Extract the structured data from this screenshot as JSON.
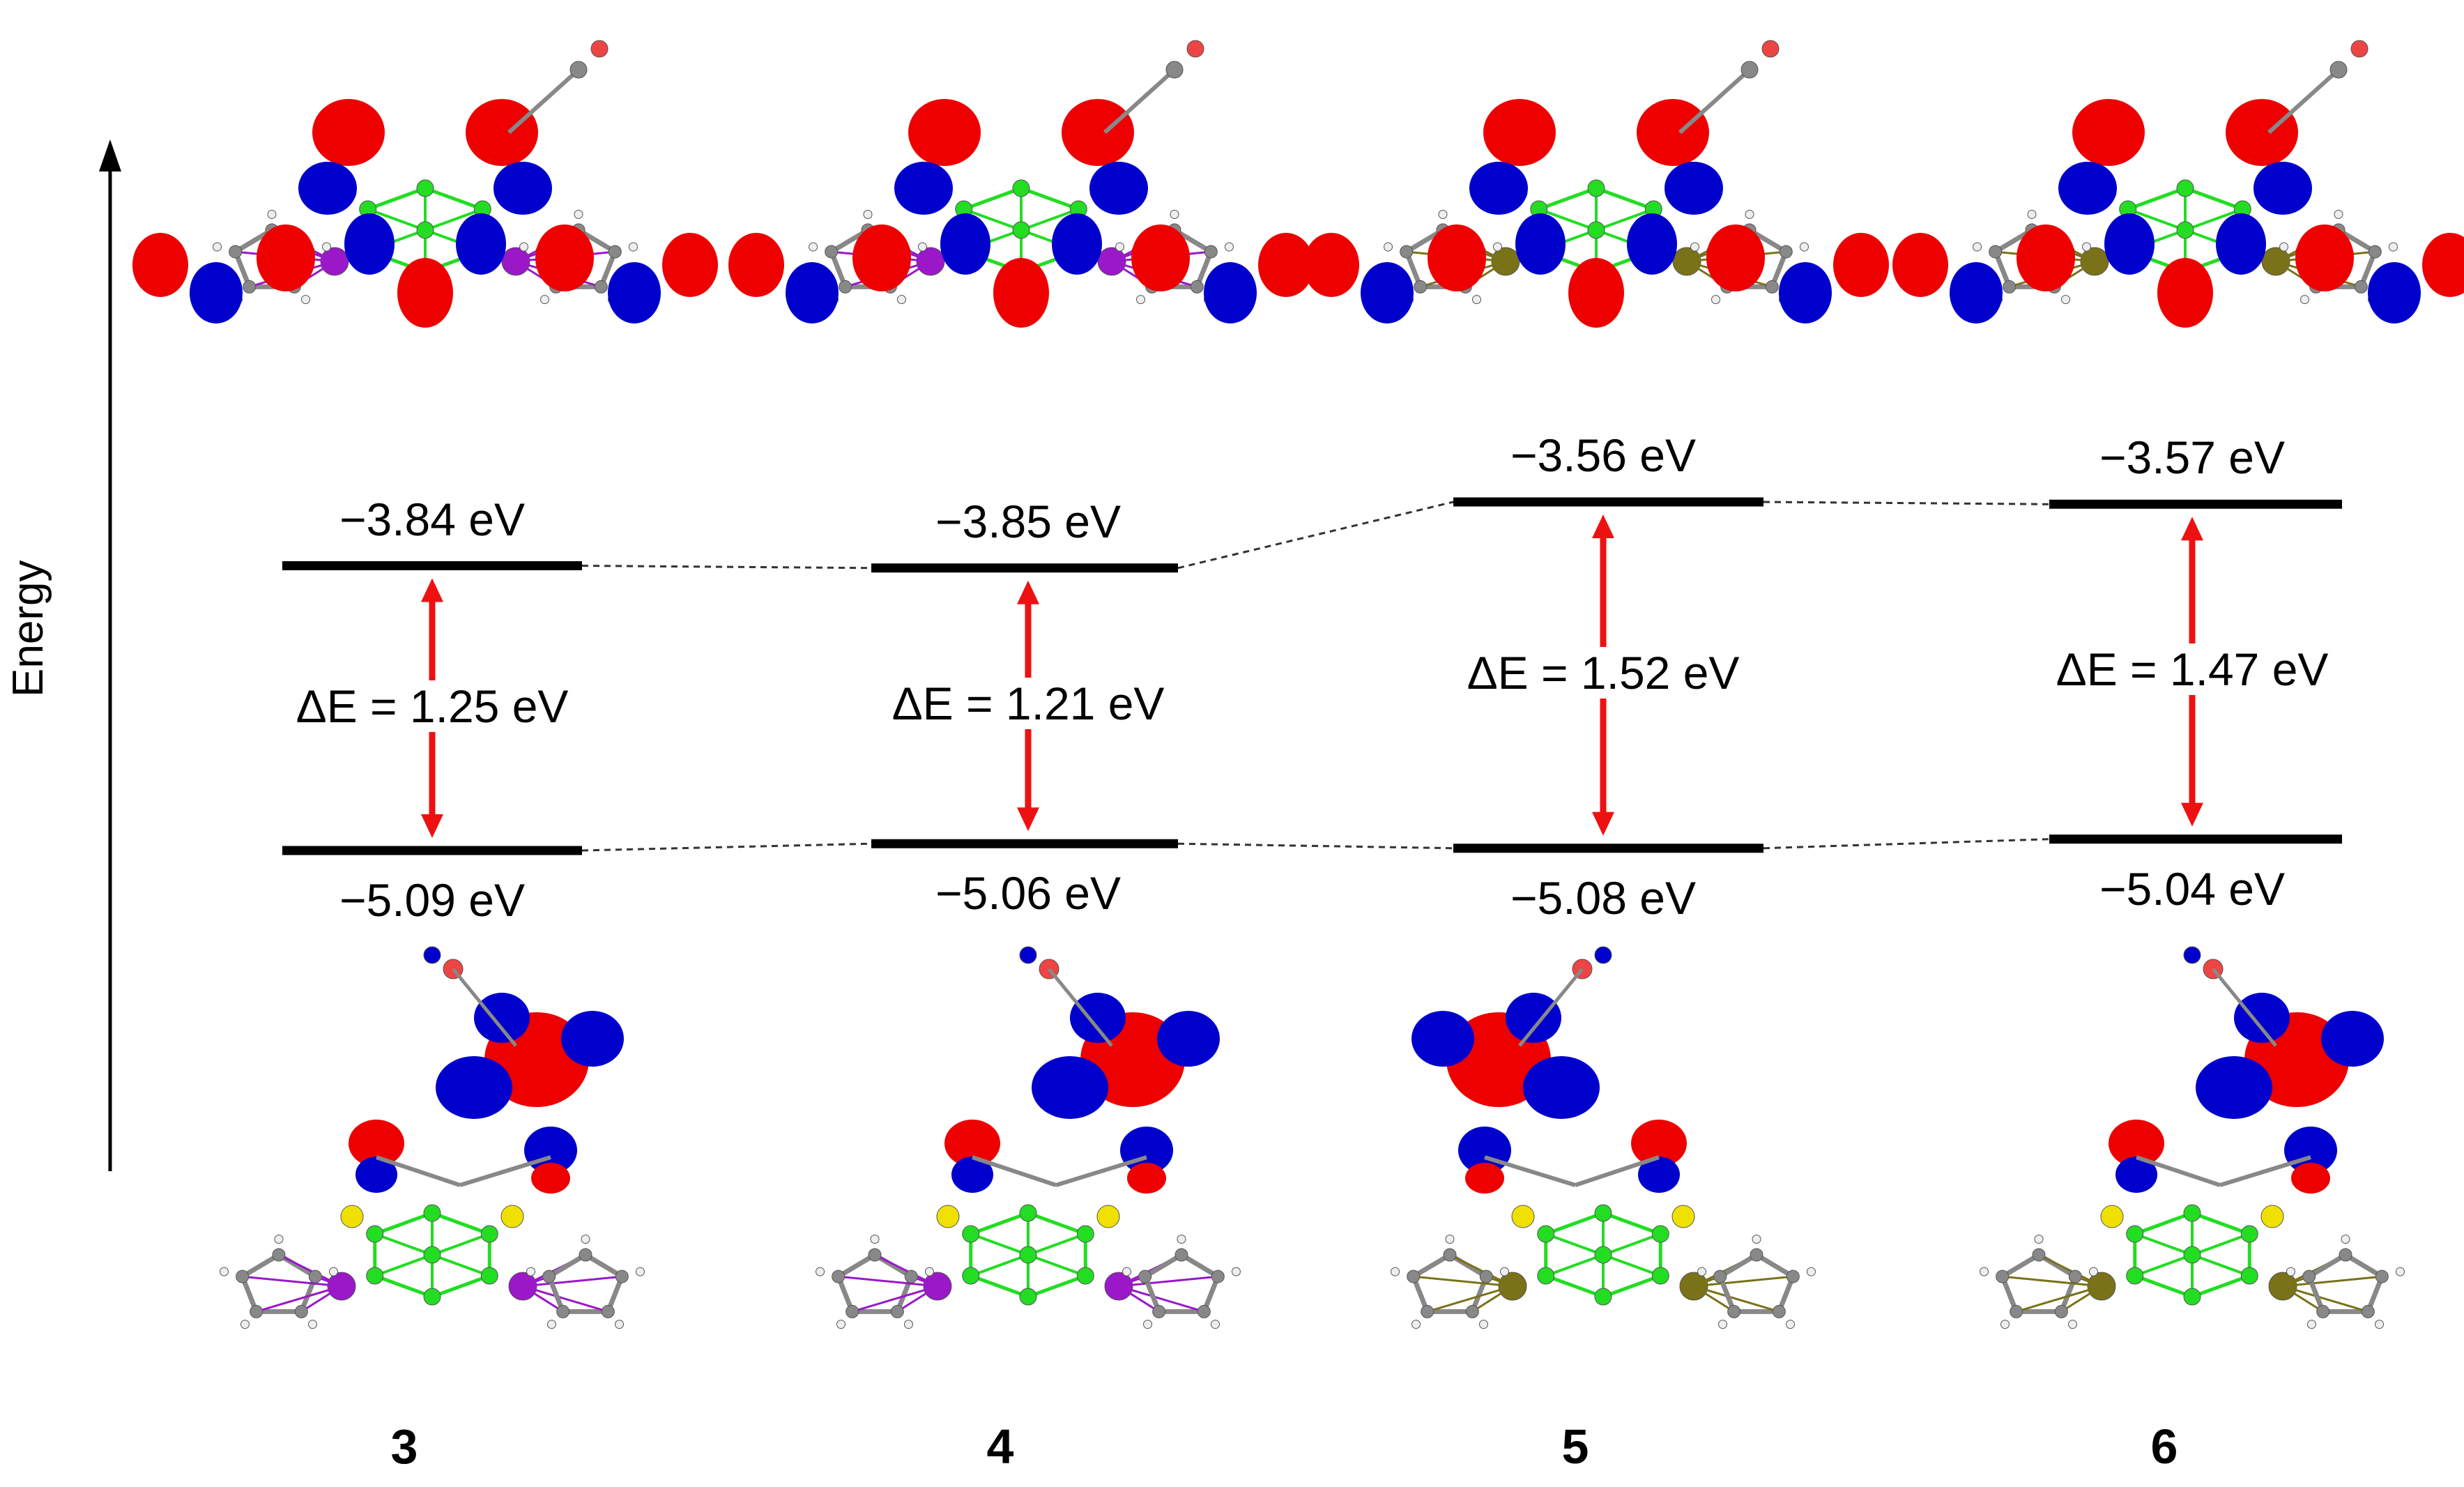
{
  "axis": {
    "label": "Energy"
  },
  "colors": {
    "level": "#000000",
    "gap_arrow": "#ee1111",
    "orbital_positive": "#ee0000",
    "orbital_negative": "#0000cc",
    "atom_S": "#f0e000",
    "atom_B": "#22dd22",
    "atom_C": "#888888",
    "atom_H": "#eeeeee",
    "atom_M_34": "#9a18c8",
    "atom_M_56": "#7a7218",
    "atom_O": "#ee4444"
  },
  "compounds": [
    {
      "id": "3",
      "lumo": "−3.84 eV",
      "homo": "−5.09 eV",
      "gap": "ΔE = 1.25 eV",
      "lumo_ev": -3.84,
      "homo_ev": -5.09,
      "metal": "atom_M_34"
    },
    {
      "id": "4",
      "lumo": "−3.85 eV",
      "homo": "−5.06 eV",
      "gap": "ΔE = 1.21 eV",
      "lumo_ev": -3.85,
      "homo_ev": -5.06,
      "metal": "atom_M_34"
    },
    {
      "id": "5",
      "lumo": "−3.56 eV",
      "homo": "−5.08 eV",
      "gap": "ΔE = 1.52 eV",
      "lumo_ev": -3.56,
      "homo_ev": -5.08,
      "metal": "atom_M_56"
    },
    {
      "id": "6",
      "lumo": "−3.57 eV",
      "homo": "−5.04 eV",
      "gap": "ΔE = 1.47 eV",
      "lumo_ev": -3.57,
      "homo_ev": -5.04,
      "metal": "atom_M_56"
    }
  ]
}
